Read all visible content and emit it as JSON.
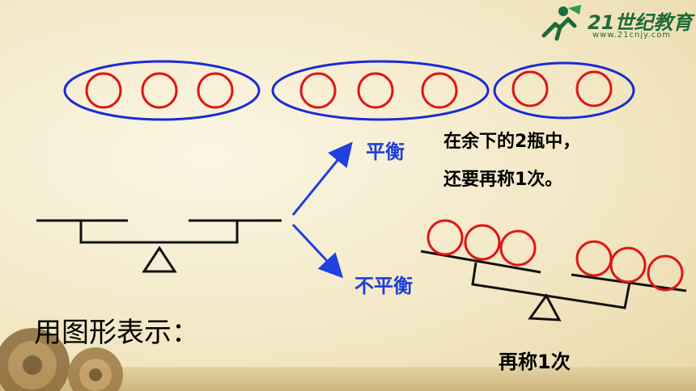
{
  "logo": {
    "brand": "21世纪教育",
    "url": "www.21cnjy.com"
  },
  "branch": {
    "balanced_label": "平衡",
    "unbalanced_label": "不平衡"
  },
  "note": {
    "line1": "在余下的2瓶中，",
    "line2": "还要再称1次。"
  },
  "weigh_again_label": "再称1次",
  "heading": "用图形表示：",
  "groups": [
    {
      "bottles": 3
    },
    {
      "bottles": 3
    },
    {
      "bottles": 2
    }
  ],
  "colors": {
    "ellipse": "#1b2bd6",
    "bottle": "#e01515",
    "arrow": "#2040e0",
    "text_blue": "#1c3ddb"
  }
}
